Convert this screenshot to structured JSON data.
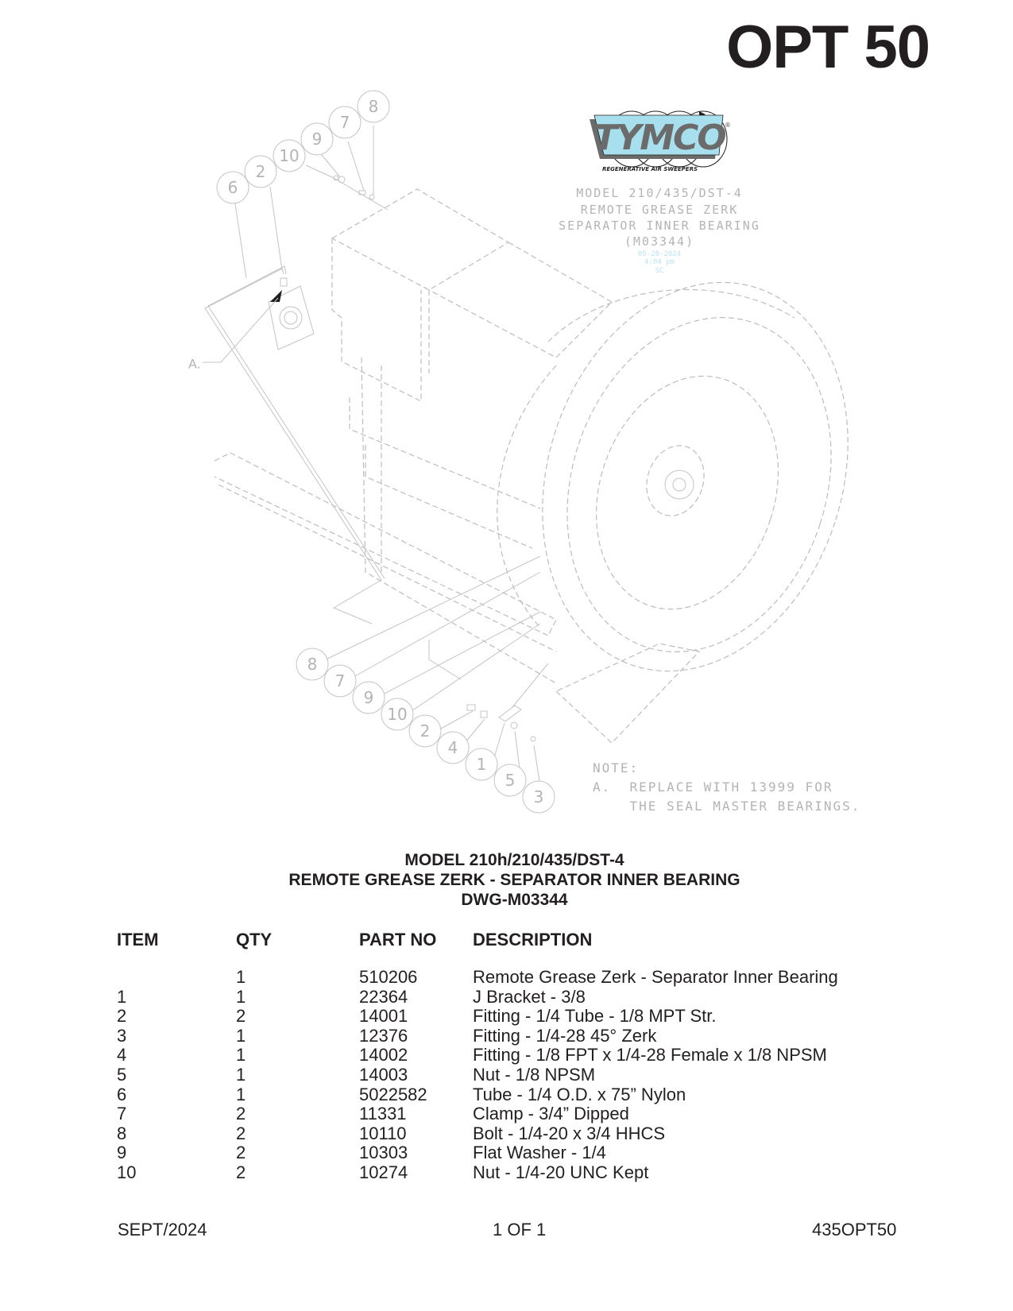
{
  "header": {
    "title": "OPT 50"
  },
  "logo": {
    "brand": "TYMCO",
    "tagline": "REGENERATIVE AIR SWEEPERS",
    "registered_mark": "®",
    "colors": {
      "fill": "#a8dfee",
      "shadow": "#6b6b6b",
      "outline": "#231f20"
    }
  },
  "drawing": {
    "title_block": {
      "line1": "MODEL 210/435/DST-4",
      "line2": "REMOTE GREASE ZERK",
      "line3": "SEPARATOR INNER BEARING",
      "line4": "(M03344)",
      "date": "05-20-2024",
      "time": "4:04 pm",
      "initials": "SC"
    },
    "callout_a_label": "A.",
    "balloons_top": [
      "6",
      "2",
      "10",
      "9",
      "7",
      "8"
    ],
    "balloons_bottom": [
      "8",
      "7",
      "9",
      "10",
      "2",
      "4",
      "1",
      "5",
      "3"
    ],
    "note": {
      "heading": "NOTE:",
      "line1": "A.  REPLACE WITH 13999 FOR",
      "line2": "    THE SEAL MASTER BEARINGS."
    }
  },
  "section_heading": {
    "line1": "MODEL 210h/210/435/DST-4",
    "line2": "REMOTE GREASE ZERK - SEPARATOR INNER BEARING",
    "line3": "DWG-M03344"
  },
  "parts_table": {
    "columns": [
      "ITEM",
      "QTY",
      "PART NO",
      "DESCRIPTION"
    ],
    "rows": [
      {
        "item": "",
        "qty": "1",
        "part_no": "510206",
        "description": "Remote Grease Zerk - Separator Inner Bearing"
      },
      {
        "item": "1",
        "qty": "1",
        "part_no": "22364",
        "description": "J Bracket - 3/8"
      },
      {
        "item": "2",
        "qty": "2",
        "part_no": "14001",
        "description": "Fitting - 1/4 Tube - 1/8 MPT Str."
      },
      {
        "item": "3",
        "qty": "1",
        "part_no": "12376",
        "description": "Fitting - 1/4-28 45° Zerk"
      },
      {
        "item": "4",
        "qty": "1",
        "part_no": "14002",
        "description": "Fitting - 1/8 FPT x 1/4-28 Female x 1/8 NPSM"
      },
      {
        "item": "5",
        "qty": "1",
        "part_no": "14003",
        "description": "Nut - 1/8 NPSM"
      },
      {
        "item": "6",
        "qty": "1",
        "part_no": "5022582",
        "description": "Tube - 1/4 O.D. x 75” Nylon"
      },
      {
        "item": "7",
        "qty": "2",
        "part_no": "11331",
        "description": "Clamp - 3/4” Dipped"
      },
      {
        "item": "8",
        "qty": "2",
        "part_no": "10110",
        "description": "Bolt - 1/4-20 x 3/4 HHCS"
      },
      {
        "item": "9",
        "qty": "2",
        "part_no": "10303",
        "description": "Flat Washer - 1/4"
      },
      {
        "item": "10",
        "qty": "2",
        "part_no": "10274",
        "description": "Nut - 1/4-20 UNC Kept"
      }
    ]
  },
  "footer": {
    "date": "SEPT/2024",
    "page": "1 OF 1",
    "doc_id": "435OPT50"
  }
}
